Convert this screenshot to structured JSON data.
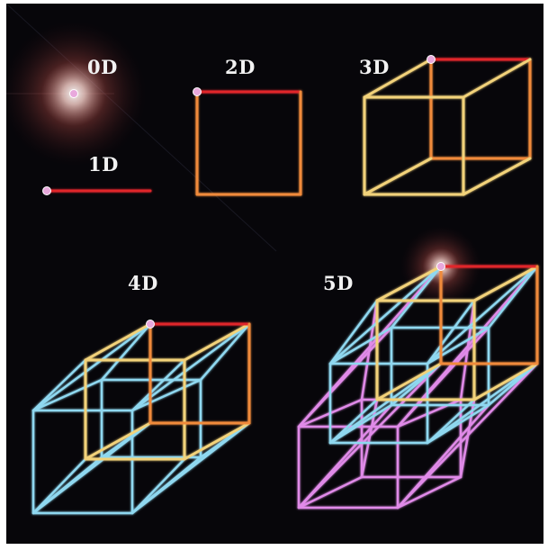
{
  "labels": {
    "d0": "0D",
    "d1": "1D",
    "d2": "2D",
    "d3": "3D",
    "d4": "4D",
    "d5": "5D"
  },
  "colors": {
    "background": "#07060a",
    "red": "#e0262b",
    "orange": "#f08a3a",
    "yellow": "#f2d27a",
    "cyan": "#8fd8f0",
    "violet": "#e08ae8",
    "vertex": "#e8a8dc"
  }
}
